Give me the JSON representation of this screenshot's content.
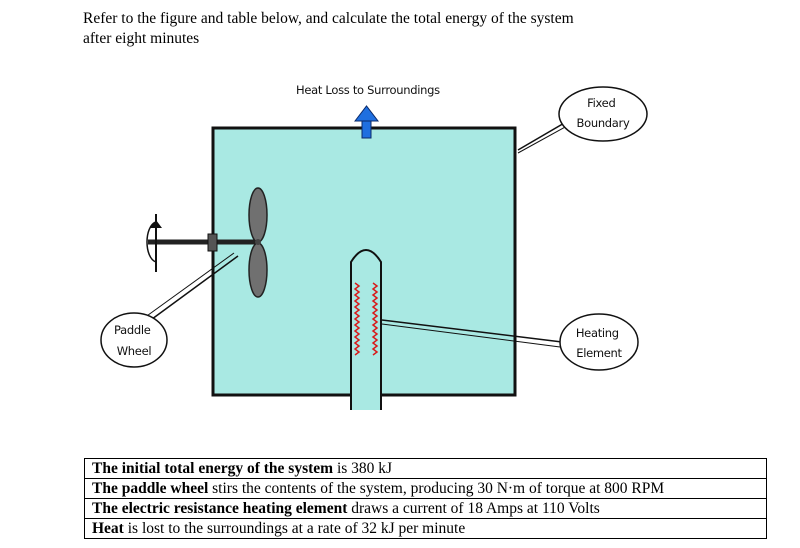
{
  "question": {
    "line1": "Refer to the figure and table below, and calculate the total energy of the system",
    "line2": "after eight minutes"
  },
  "figure": {
    "heat_loss_label": "Heat Loss to Surroundings",
    "fixed_boundary_label": [
      "Fixed",
      "Boundary"
    ],
    "paddle_wheel_label": [
      "Paddle",
      "Wheel"
    ],
    "heating_element_label": [
      "Heating",
      "Element"
    ],
    "colors": {
      "system_fill": "#a9e9e3",
      "paddle": "#707070",
      "heat_arrow": "#1f6fe0",
      "coil": "#d81b1b"
    }
  },
  "table": {
    "rows": [
      {
        "bold": "The initial total energy of the system",
        "rest": " is 380 kJ"
      },
      {
        "bold": "The paddle wheel",
        "rest": " stirs the contents of the system, producing 30 N·m of torque at 800 RPM"
      },
      {
        "bold": "The electric resistance heating element",
        "rest": " draws a current of 18 Amps at 110 Volts"
      },
      {
        "bold": "Heat",
        "rest": " is lost to the surroundings at a rate of 32 kJ per minute"
      }
    ]
  }
}
